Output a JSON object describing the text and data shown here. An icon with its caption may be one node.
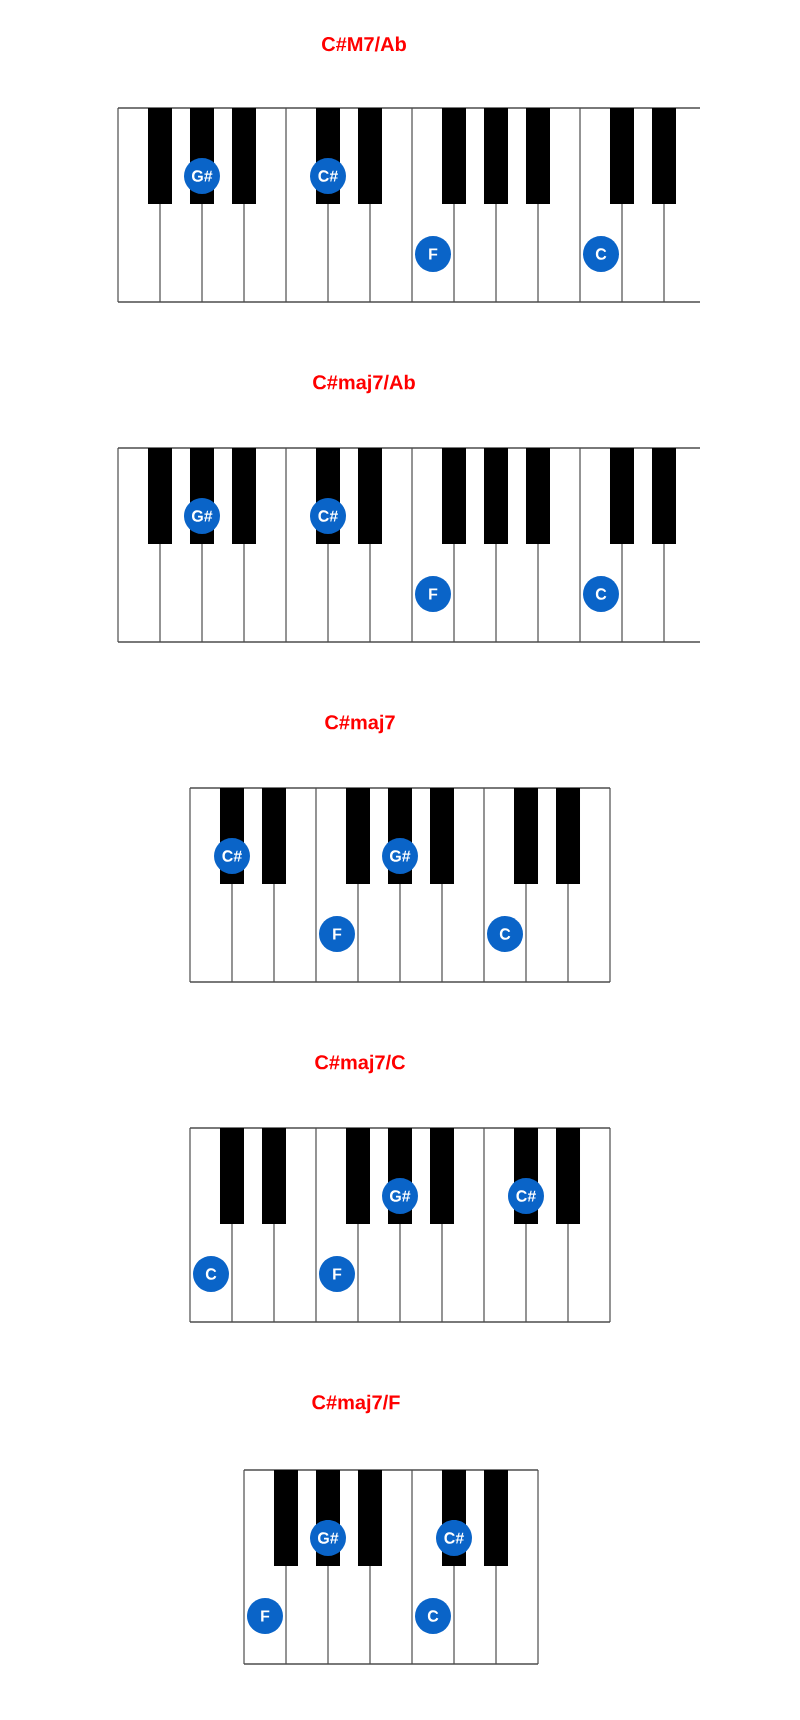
{
  "diagram": {
    "nodes": [
      {
        "text": [
          "C#M7/Ab"
        ]
      },
      {
        "text": [
          "G#"
        ],
        "in": 0
      },
      {
        "text": [
          "C#"
        ],
        "in": 0
      },
      {
        "text": [
          "F"
        ],
        "in": 0
      },
      {
        "text": [
          "C"
        ],
        "in": 0
      },
      {
        "text": [
          "C#maj7/Ab"
        ]
      },
      {
        "text": [
          "G#"
        ],
        "in": 5
      },
      {
        "text": [
          "C#"
        ],
        "in": 5
      },
      {
        "text": [
          "F"
        ],
        "in": 5
      },
      {
        "text": [
          "C"
        ],
        "in": 5
      },
      {
        "text": [
          "C#maj7"
        ]
      },
      {
        "text": [
          "C#"
        ],
        "in": 10
      },
      {
        "text": [
          "F"
        ],
        "in": 10
      },
      {
        "text": [
          "G#"
        ],
        "in": 10
      },
      {
        "text": [
          "C"
        ],
        "in": 10
      },
      {
        "text": [
          "C#maj7/C"
        ]
      },
      {
        "text": [
          "C"
        ],
        "in": 15
      },
      {
        "text": [
          "F"
        ],
        "in": 15
      },
      {
        "text": [
          "G#"
        ],
        "in": 15
      },
      {
        "text": [
          "C#"
        ],
        "in": 15
      },
      {
        "text": [
          "C#maj7/F"
        ]
      },
      {
        "text": [
          "F"
        ],
        "in": 20
      },
      {
        "text": [
          "G#"
        ],
        "in": 20
      },
      {
        "text": [
          "C"
        ],
        "in": 20
      },
      {
        "text": [
          "C#"
        ],
        "in": 20
      }
    ]
  }
}
